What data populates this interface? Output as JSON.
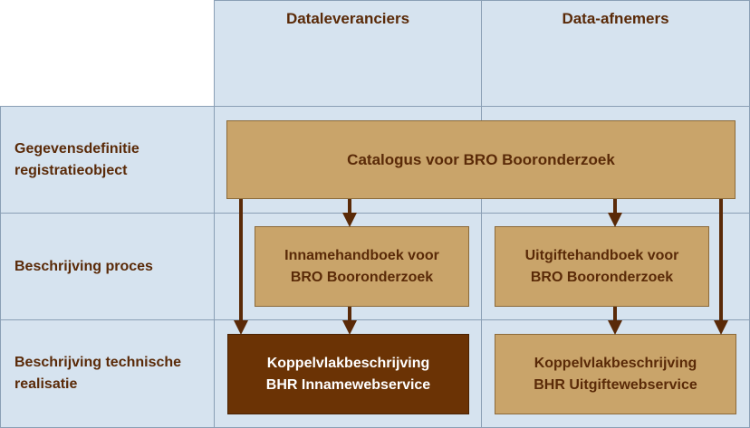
{
  "columns": {
    "suppliers": "Dataleveranciers",
    "consumers": "Data-afnemers"
  },
  "rows": {
    "definition": "Gegevensdefinitie\nregistratieobject",
    "process": "Beschrijving proces",
    "technical": "Beschrijving technische\nrealisatie"
  },
  "boxes": {
    "catalogue": "Catalogus voor BRO Booronderzoek",
    "intake_handbook": "Innamehandboek voor\nBRO Booronderzoek",
    "output_handbook": "Uitgiftehandboek voor\nBRO Booronderzoek",
    "intake_interface": "Koppelvlakbeschrijving\nBHR Innamewebservice",
    "output_interface": "Koppelvlakbeschrijving\nBHR Uitgiftewebservice"
  },
  "colors": {
    "grid_fill": "#d6e3ef",
    "tan_box": "#c9a46a",
    "dark_box": "#6b3305",
    "arrow": "#5a2a08"
  }
}
